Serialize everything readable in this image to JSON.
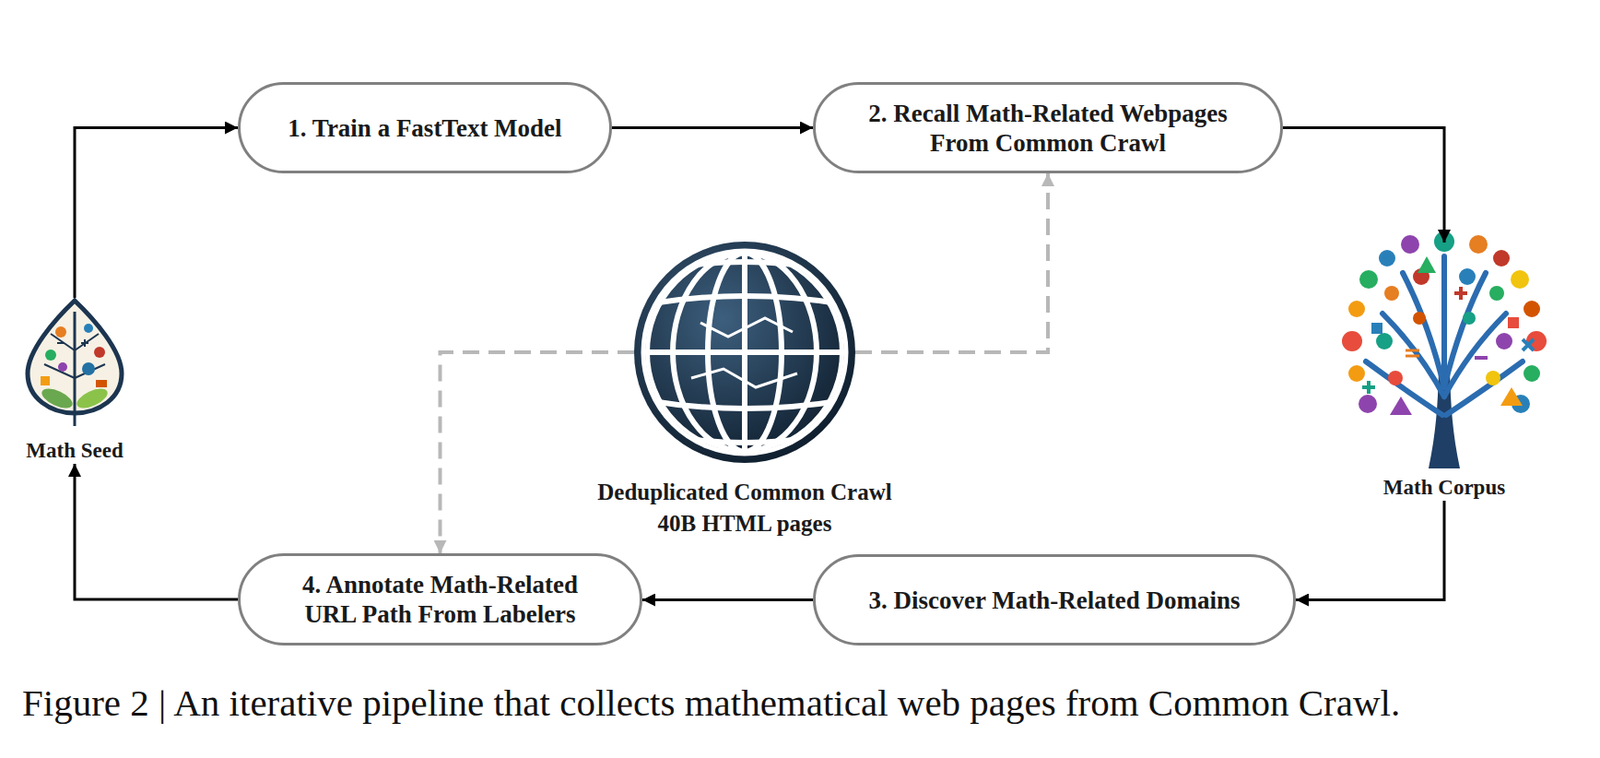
{
  "diagram": {
    "caption": "Figure 2 | An iterative pipeline that collects mathematical web pages from Common Crawl.",
    "nodes": [
      {
        "text": [
          "1. Train a FastText Model"
        ]
      },
      {
        "text": [
          "2. Recall Math-Related Webpages From Common Crawl"
        ]
      },
      {
        "text": [
          "Math Seed"
        ]
      },
      {
        "text": [
          "Deduplicated Common Crawl 40B HTML pages"
        ]
      },
      {
        "text": [
          "Math Corpus"
        ]
      },
      {
        "text": [
          "4. Annotate Math-Related URL Path From Labelers"
        ]
      },
      {
        "text": [
          "3. Discover Math-Related Domains"
        ]
      }
    ],
    "edges": [
      {
        "from": 2,
        "to": 0,
        "arrow": "to"
      },
      {
        "from": 0,
        "to": 1,
        "arrow": "to"
      },
      {
        "from": 1,
        "to": 4,
        "arrow": "to"
      },
      {
        "from": 4,
        "to": 6,
        "arrow": "to"
      },
      {
        "from": 6,
        "to": 5,
        "arrow": "to"
      },
      {
        "from": 5,
        "to": 2,
        "arrow": "to"
      },
      {
        "from": 3,
        "to": 1,
        "arrow": "to"
      },
      {
        "from": 3,
        "to": 5,
        "arrow": "to"
      }
    ]
  }
}
